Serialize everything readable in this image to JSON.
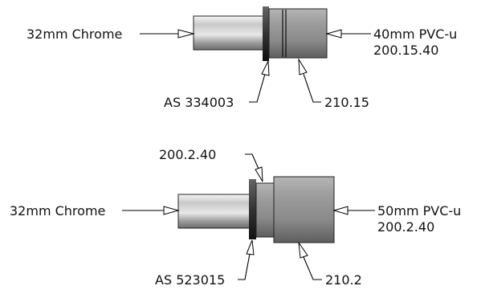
{
  "top": {
    "left_label": "32mm Chrome",
    "right_label_line1": "40mm PVC-u",
    "right_label_line2": "200.15.40",
    "bottom_left_label": "AS 334003",
    "bottom_right_label": "210.15"
  },
  "bottom": {
    "top_label": "200.2.40",
    "left_label": "32mm Chrome",
    "right_label_line1": "50mm PVC-u",
    "right_label_line2": "200.2.40",
    "bottom_left_label": "AS 523015",
    "bottom_right_label": "210.2"
  }
}
